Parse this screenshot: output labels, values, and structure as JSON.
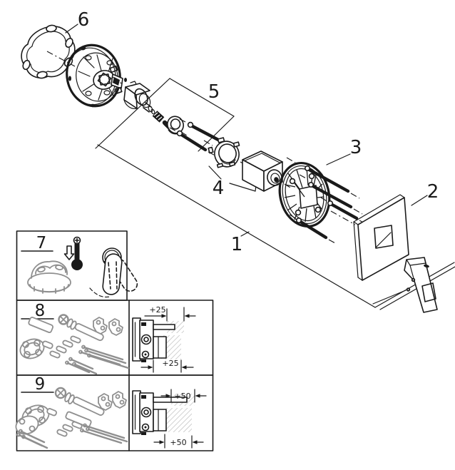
{
  "figure": {
    "title": "exploded-parts-diagram",
    "callouts": {
      "c1": "1",
      "c2": "2",
      "c3": "3",
      "c4": "4",
      "c5": "5",
      "c6": "6"
    },
    "insets": {
      "b7": "7",
      "b8": "8",
      "b9": "9"
    },
    "dimensions": {
      "b8_top": "+25",
      "b8_bottom": "+25",
      "b9_top": "+50",
      "b9_bottom": "+50"
    },
    "colors": {
      "line": "#1a1a1a",
      "grey_part": "#8f8f8f",
      "hatch": "#bdbdbd",
      "background": "#ffffff"
    }
  }
}
